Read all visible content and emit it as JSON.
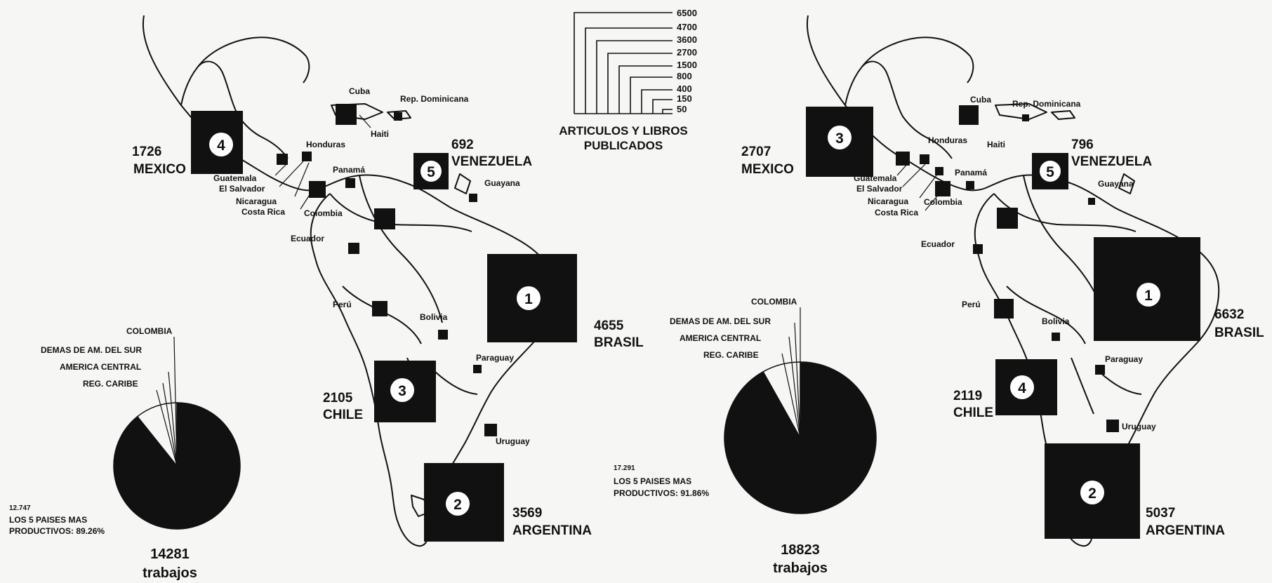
{
  "legend": {
    "ticks": [
      "6500",
      "4700",
      "3600",
      "2700",
      "1500",
      "800",
      "400",
      "150",
      "50"
    ],
    "caption_line1": "ARTICULOS Y LIBROS",
    "caption_line2": "PUBLICADOS"
  },
  "countries_small": {
    "cuba": "Cuba",
    "rep_dominicana": "Rep. Dominicana",
    "haiti": "Haiti",
    "honduras": "Honduras",
    "guatemala": "Guatemala",
    "el_salvador": "El Salvador",
    "nicaragua": "Nicaragua",
    "costa_rica": "Costa Rica",
    "panama": "Panamá",
    "colombia": "Colombia",
    "ecuador": "Ecuador",
    "peru": "Perú",
    "bolivia": "Bolivia",
    "paraguay": "Paraguay",
    "uruguay": "Uruguay",
    "guayana": "Guayana"
  },
  "pie_labels": {
    "colombia": "COLOMBIA",
    "demas": "DEMAS DE AM. DEL SUR",
    "america_central": "AMERICA CENTRAL",
    "reg_caribe": "REG. CARIBE",
    "top5_line1": "LOS 5 PAISES MAS"
  },
  "maps": [
    {
      "ranks": {
        "brasil": "1",
        "argentina": "2",
        "chile": "3",
        "mexico": "4",
        "venezuela": "5"
      },
      "values": {
        "brasil": "4655",
        "argentina": "3569",
        "chile": "2105",
        "mexico": "1726",
        "venezuela": "692"
      },
      "names": {
        "brasil": "BRASIL",
        "argentina": "ARGENTINA",
        "chile": "CHILE",
        "mexico": "MEXICO",
        "venezuela": "VENEZUELA"
      },
      "pie": {
        "top5_count": "12.747",
        "top5_line2": "PRODUCTIVOS: 89.26%",
        "total": "14281",
        "total_unit": "trabajos",
        "top5_share": 89.26
      }
    },
    {
      "ranks": {
        "brasil": "1",
        "argentina": "2",
        "chile": "4",
        "mexico": "3",
        "venezuela": "5"
      },
      "values": {
        "brasil": "6632",
        "argentina": "5037",
        "chile": "2119",
        "mexico": "2707",
        "venezuela": "796"
      },
      "names": {
        "brasil": "BRASIL",
        "argentina": "ARGENTINA",
        "chile": "CHILE",
        "mexico": "MEXICO",
        "venezuela": "VENEZUELA"
      },
      "pie": {
        "top5_count": "17.291",
        "top5_line2": "PRODUCTIVOS: 91.86%",
        "total": "18823",
        "total_unit": "trabajos",
        "top5_share": 91.86
      }
    }
  ],
  "colors": {
    "ink": "#111111",
    "paper": "#f6f6f4"
  }
}
